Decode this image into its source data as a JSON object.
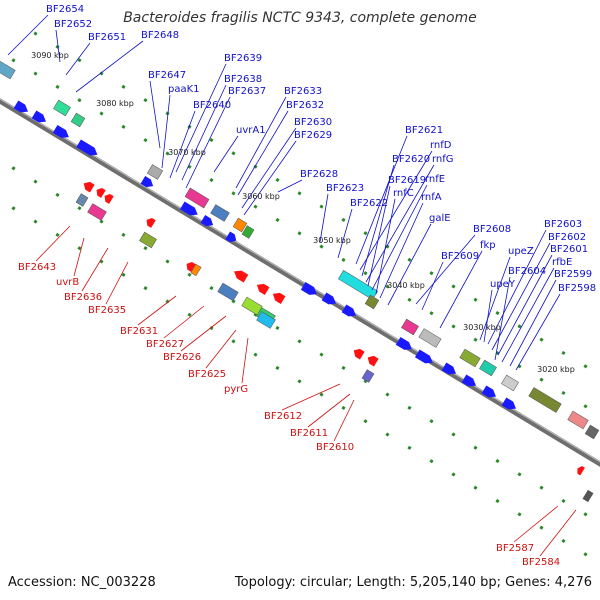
{
  "title": "Bacteroides fragilis NCTC 9343, complete genome",
  "footer": {
    "accession": "Accession: NC_003228",
    "summary": "Topology: circular; Length: 5,205,140 bp; Genes: 4,276"
  },
  "colors": {
    "backbone": "#6e6e6e",
    "forward_label": "#1010cc",
    "reverse_label": "#cc1010",
    "forward_gene": "#1a1aff",
    "reverse_gene": "#ff1111",
    "tick": "#2a8a2a"
  },
  "kbp_ticks": [
    "3090 kbp",
    "3080 kbp",
    "3070 kbp",
    "3060 kbp",
    "3050 kbp",
    "3040 kbp",
    "3030 kbp",
    "3020 kbp"
  ],
  "forward_labels": [
    "BF2654",
    "BF2652",
    "BF2651",
    "BF2648",
    "BF2647",
    "paaK1",
    "BF2639",
    "BF2638",
    "BF2637",
    "BF2640",
    "BF2633",
    "BF2632",
    "uvrA1",
    "BF2630",
    "BF2629",
    "BF2628",
    "BF2623",
    "BF2622",
    "BF2621",
    "rnfD",
    "BF2620",
    "rnfG",
    "BF2619",
    "rnfE",
    "rnfC",
    "rnfA",
    "galE",
    "BF2608",
    "BF2609",
    "fkp",
    "BF2603",
    "BF2602",
    "upeZ",
    "BF2601",
    "BF2604",
    "rfbE",
    "upeY",
    "BF2599",
    "BF2598"
  ],
  "reverse_labels": [
    "BF2643",
    "uvrB",
    "BF2636",
    "BF2635",
    "BF2631",
    "BF2627",
    "BF2626",
    "BF2625",
    "pyrG",
    "BF2612",
    "BF2611",
    "BF2610",
    "BF2587",
    "BF2584"
  ]
}
